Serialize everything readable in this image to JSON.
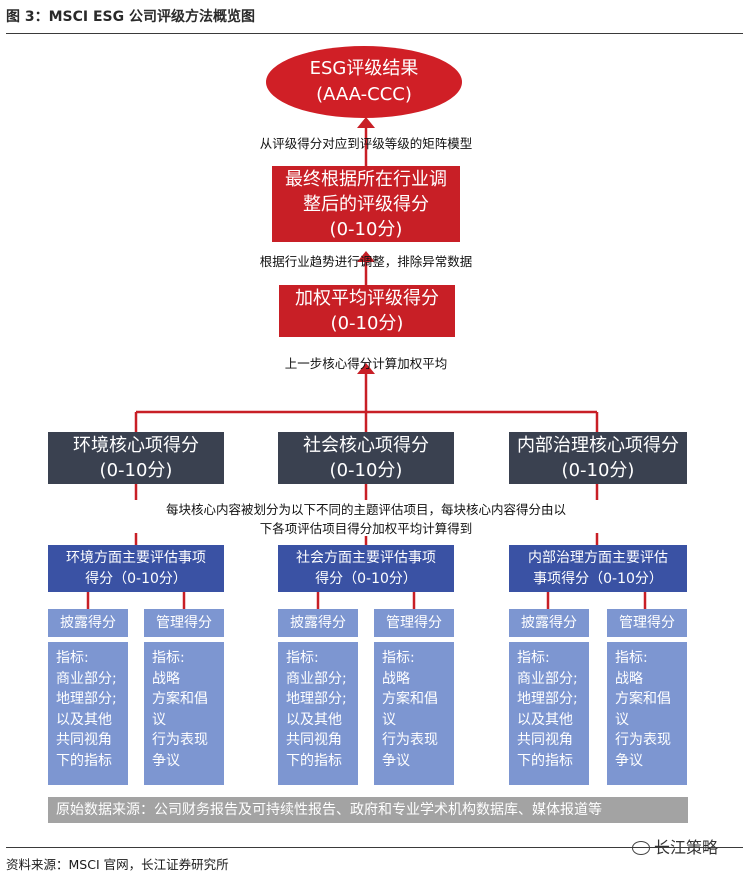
{
  "figure_title": "图 3：MSCI ESG 公司评级方法概览图",
  "result": {
    "line1": "ESG评级结果",
    "line2": "(AAA-CCC)"
  },
  "note_matrix": "从评级得分对应到评级等级的矩阵模型",
  "final_score": {
    "line1": "最终根据所在行业调",
    "line2": "整后的评级得分",
    "line3": "(0-10分)"
  },
  "note_adjust": "根据行业趋势进行调整，排除异常数据",
  "weighted": {
    "line1": "加权平均评级得分",
    "line2": "(0-10分)"
  },
  "note_weighted": "上一步核心得分计算加权平均",
  "pillars": [
    {
      "title": "环境核心项得分",
      "range": "(0-10分)"
    },
    {
      "title": "社会核心项得分",
      "range": "(0-10分)"
    },
    {
      "title": "内部治理核心项得分",
      "range": "(0-10分)"
    }
  ],
  "note_split": {
    "line1": "每块核心内容被划分为以下不同的主题评估项目，每块核心内容得分由以",
    "line2": "下各项评估项目得分加权平均计算得到"
  },
  "themes": [
    {
      "line1": "环境方面主要评估事项",
      "line2": "得分（0-10分）"
    },
    {
      "line1": "社会方面主要评估事项",
      "line2": "得分（0-10分）"
    },
    {
      "line1": "内部治理方面主要评估",
      "line2": "事项得分（0-10分）"
    }
  ],
  "sub_labels": {
    "disclosure": "披露得分",
    "management": "管理得分"
  },
  "disclosure_items": [
    "指标:",
    "商业部分;",
    "地理部分;",
    "以及其他",
    "共同视角",
    "下的指标"
  ],
  "management_items": [
    "指标:",
    "战略",
    "方案和倡",
    "议",
    "行为表现",
    "争议"
  ],
  "source_bar": "原始数据来源：公司财务报告及可持续性报告、政府和专业学术机构数据库、媒体报道等",
  "footer": "资料来源：MSCI 官网，长江证券研究所",
  "watermark": "长江策略",
  "colors": {
    "red": "#c81f26",
    "dark": "#3a4150",
    "blue": "#3a52a4",
    "light_blue": "#7d96d1",
    "gray": "#a3a3a3"
  }
}
